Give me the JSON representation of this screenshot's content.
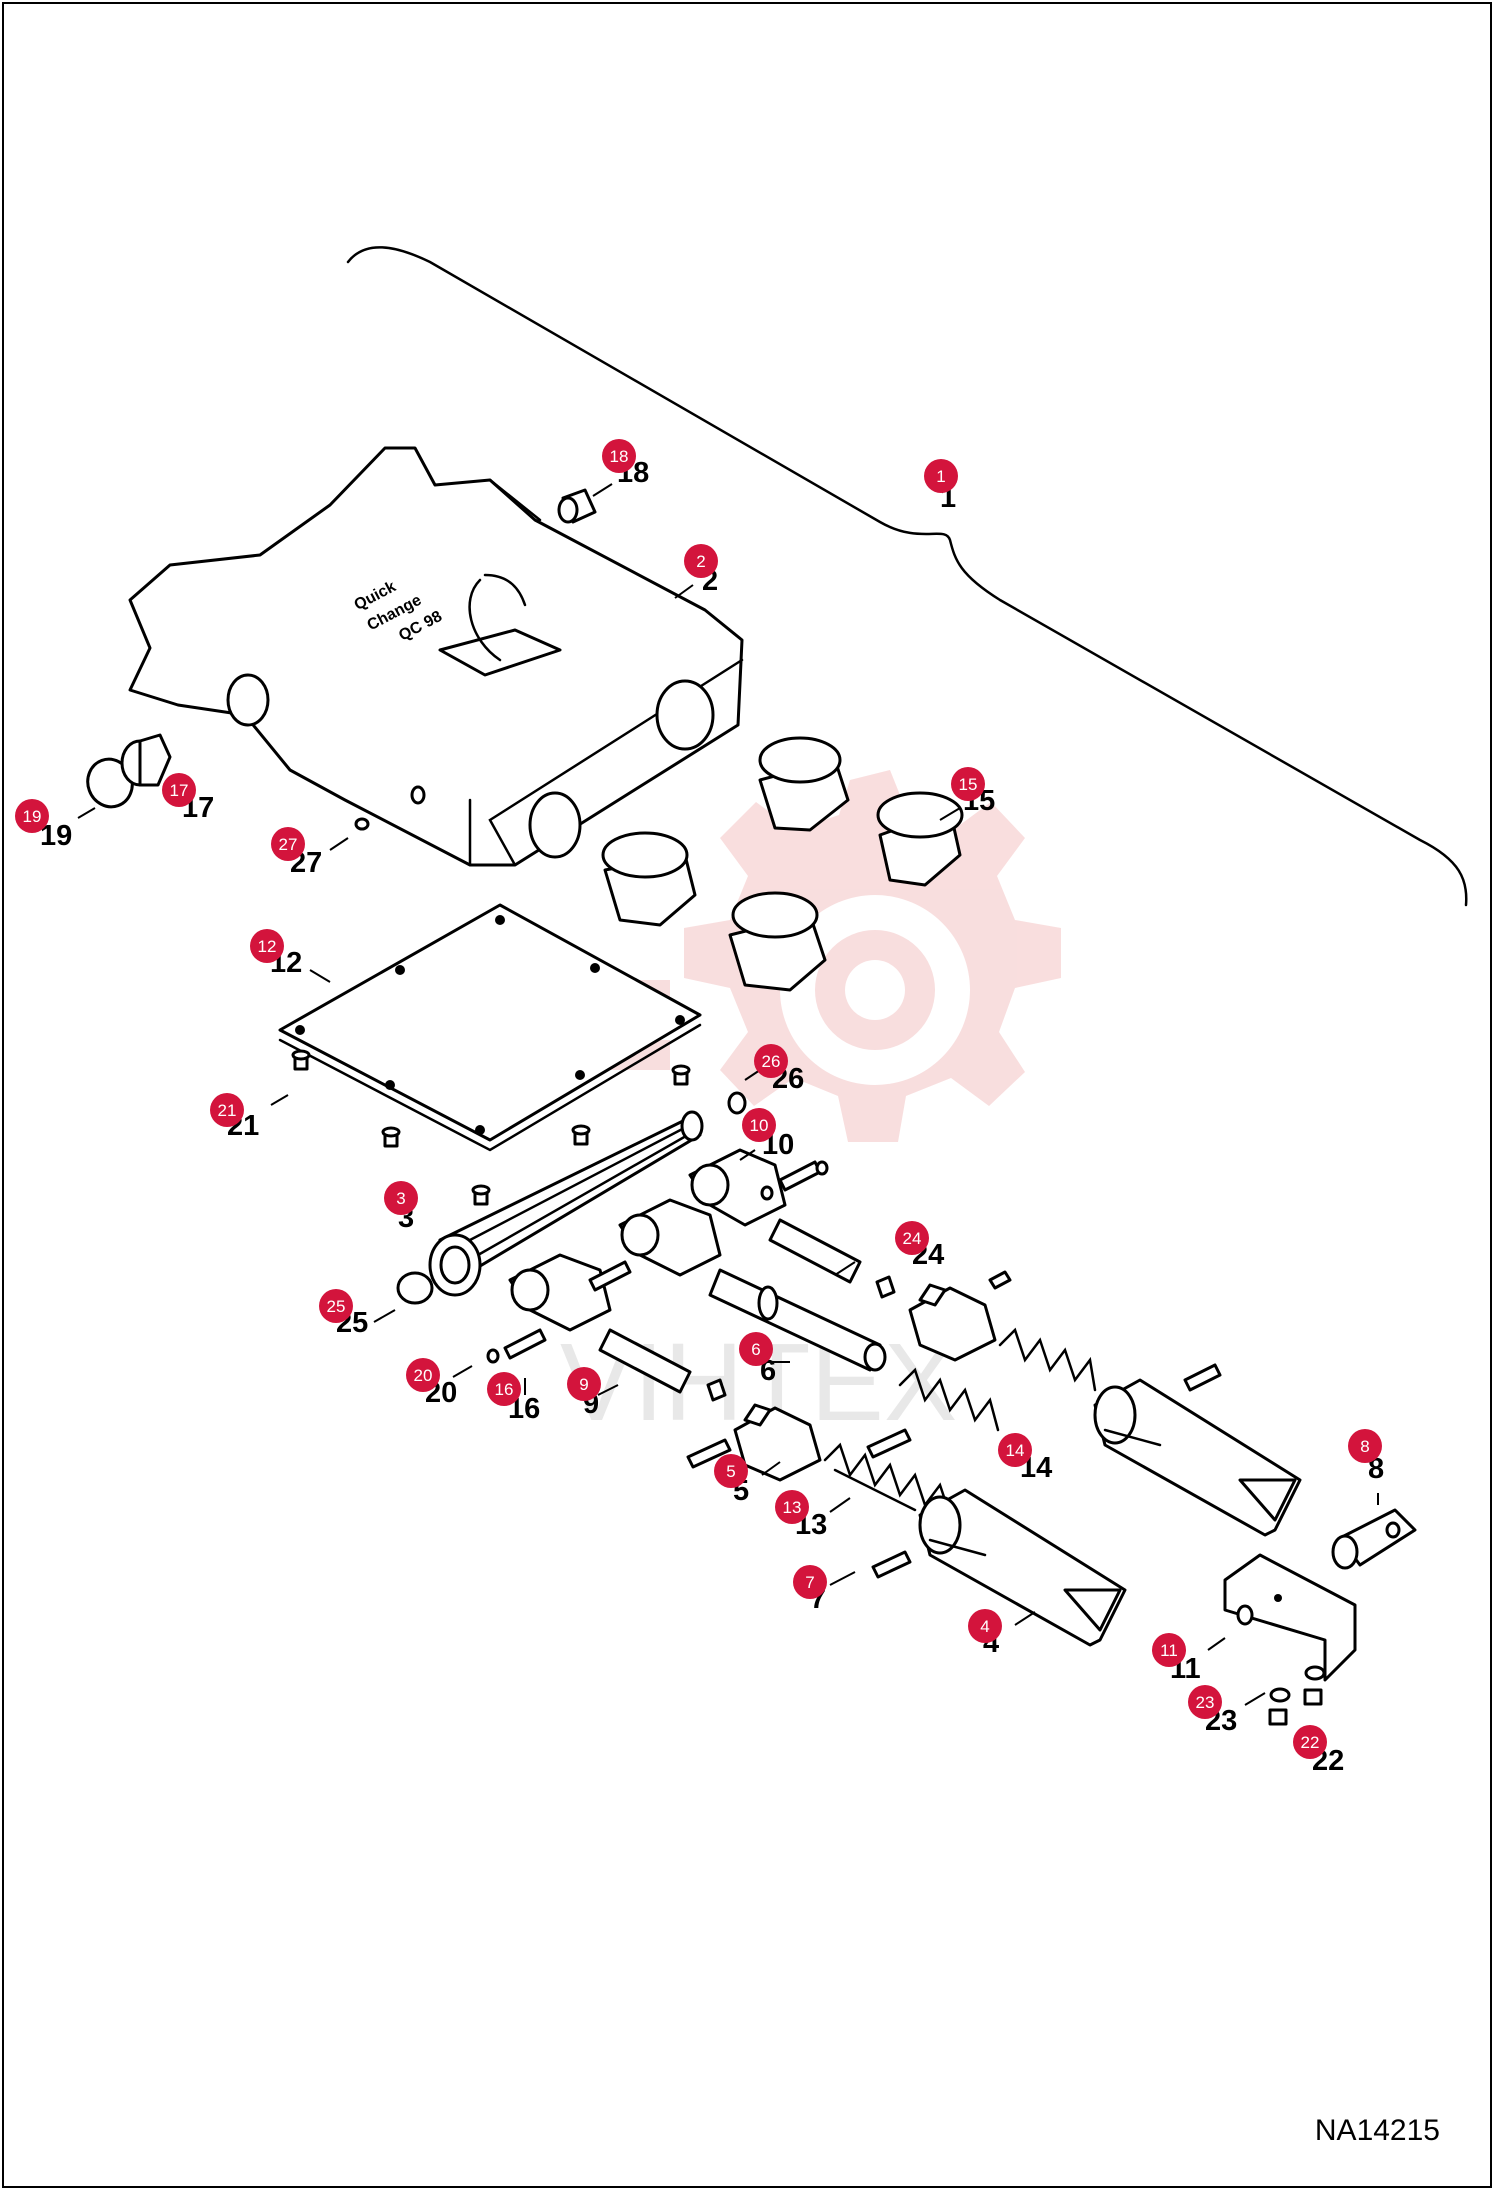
{
  "drawing_number": "NA14215",
  "watermark_text": "VIHTEX",
  "colors": {
    "badge": "#d3143c",
    "watermark": "#f3b5b5",
    "line": "#000000"
  },
  "parts": [
    {
      "num": "1"
    },
    {
      "num": "2"
    },
    {
      "num": "3"
    },
    {
      "num": "4"
    },
    {
      "num": "5"
    },
    {
      "num": "6"
    },
    {
      "num": "7"
    },
    {
      "num": "8"
    },
    {
      "num": "9"
    },
    {
      "num": "10"
    },
    {
      "num": "11"
    },
    {
      "num": "12"
    },
    {
      "num": "13"
    },
    {
      "num": "14"
    },
    {
      "num": "15"
    },
    {
      "num": "16"
    },
    {
      "num": "17"
    },
    {
      "num": "18"
    },
    {
      "num": "19"
    },
    {
      "num": "20"
    },
    {
      "num": "21"
    },
    {
      "num": "22"
    },
    {
      "num": "23"
    },
    {
      "num": "24"
    },
    {
      "num": "25"
    },
    {
      "num": "26"
    },
    {
      "num": "27"
    }
  ]
}
